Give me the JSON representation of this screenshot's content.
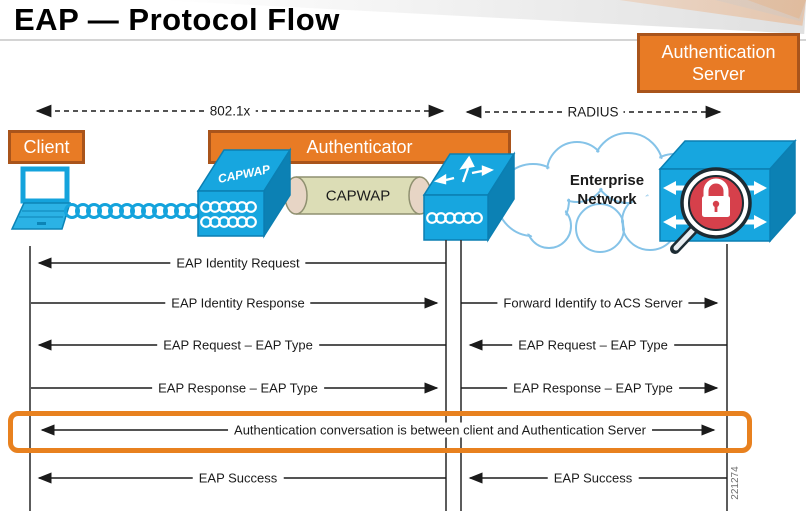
{
  "title": "EAP — Protocol Flow",
  "footnote_id": "221274",
  "colors": {
    "accent_orange": "#e87b25",
    "box_border": "#a9541b",
    "highlight_orange": "#e8811f",
    "cisco_blue": "#17a6df",
    "cisco_blue_dark": "#0c81b4",
    "badge_red": "#d6404b",
    "line_black": "#1b1b1b"
  },
  "role_boxes": {
    "client": "Client",
    "authenticator": "Authenticator",
    "auth_server": "Authentication Server"
  },
  "protocol_spans": {
    "left": "802.1x",
    "right": "RADIUS"
  },
  "device_labels": {
    "access_point": "CAPWAP",
    "tunnel": "CAPWAP",
    "cloud": "Enterprise Network"
  },
  "icons": {
    "client_device": "laptop-icon",
    "wireless_link": "wireless-coil-icon",
    "access_point": "capwap-ap-icon",
    "tunnel": "capwap-tunnel-icon",
    "controller": "wlan-controller-icon",
    "cloud": "cloud-icon",
    "acs_server": "acs-server-icon",
    "lock": "lock-icon",
    "magnifier": "magnifier-icon"
  },
  "sequence": {
    "left": [
      {
        "label": "EAP Identity Request",
        "direction": "left"
      },
      {
        "label": "EAP Identity Response",
        "direction": "right"
      },
      {
        "label": "EAP Request – EAP Type",
        "direction": "left"
      },
      {
        "label": "EAP Response – EAP Type",
        "direction": "right"
      },
      {
        "label": "EAP Success",
        "direction": "left"
      }
    ],
    "right": [
      {
        "label": "Forward Identify to ACS Server",
        "direction": "right"
      },
      {
        "label": "EAP Request – EAP Type",
        "direction": "left"
      },
      {
        "label": "EAP Response – EAP Type",
        "direction": "right"
      },
      {
        "label": "EAP Success",
        "direction": "left"
      }
    ],
    "highlight": {
      "label": "Authentication conversation is between client and Authentication Server",
      "direction": "both"
    }
  }
}
